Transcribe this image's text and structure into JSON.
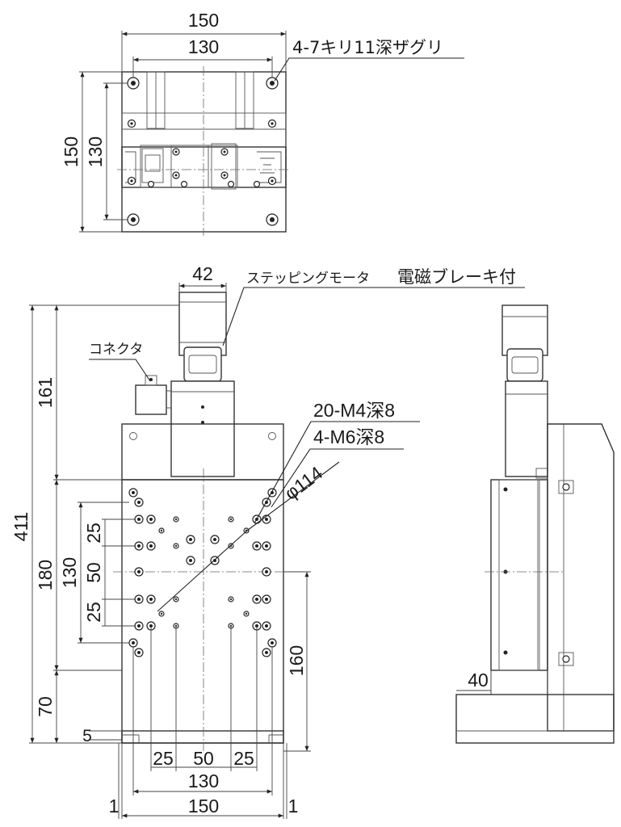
{
  "top_view": {
    "dim_width_outer": "150",
    "dim_width_inner": "130",
    "dim_height_outer": "150",
    "dim_height_inner": "130",
    "callout_holes": "4-7キリ11深ザグリ"
  },
  "front_view": {
    "dim_motor_width": "42",
    "callout_motor": "ステッピングモータ",
    "callout_brake": "電磁ブレーキ付",
    "callout_connector": "コネクタ",
    "callout_m4": "20-M4深8",
    "callout_m6": "4-M6深8",
    "callout_pcd": "φ114",
    "dim_total_height": "411",
    "dim_motor_height": "161",
    "dim_table_height": "180",
    "dim_base_height": "70",
    "dim_130_vertical": "130",
    "dim_25_top": "25",
    "dim_50": "50",
    "dim_25_bottom": "25",
    "dim_160": "160",
    "dim_5": "5",
    "dim_bottom_25_left": "25",
    "dim_bottom_50": "50",
    "dim_bottom_25_right": "25",
    "dim_bottom_130": "130",
    "dim_bottom_150": "150",
    "dim_gap_left": "1",
    "dim_gap_right": "1"
  },
  "side_view": {
    "dim_base_depth": "40"
  }
}
